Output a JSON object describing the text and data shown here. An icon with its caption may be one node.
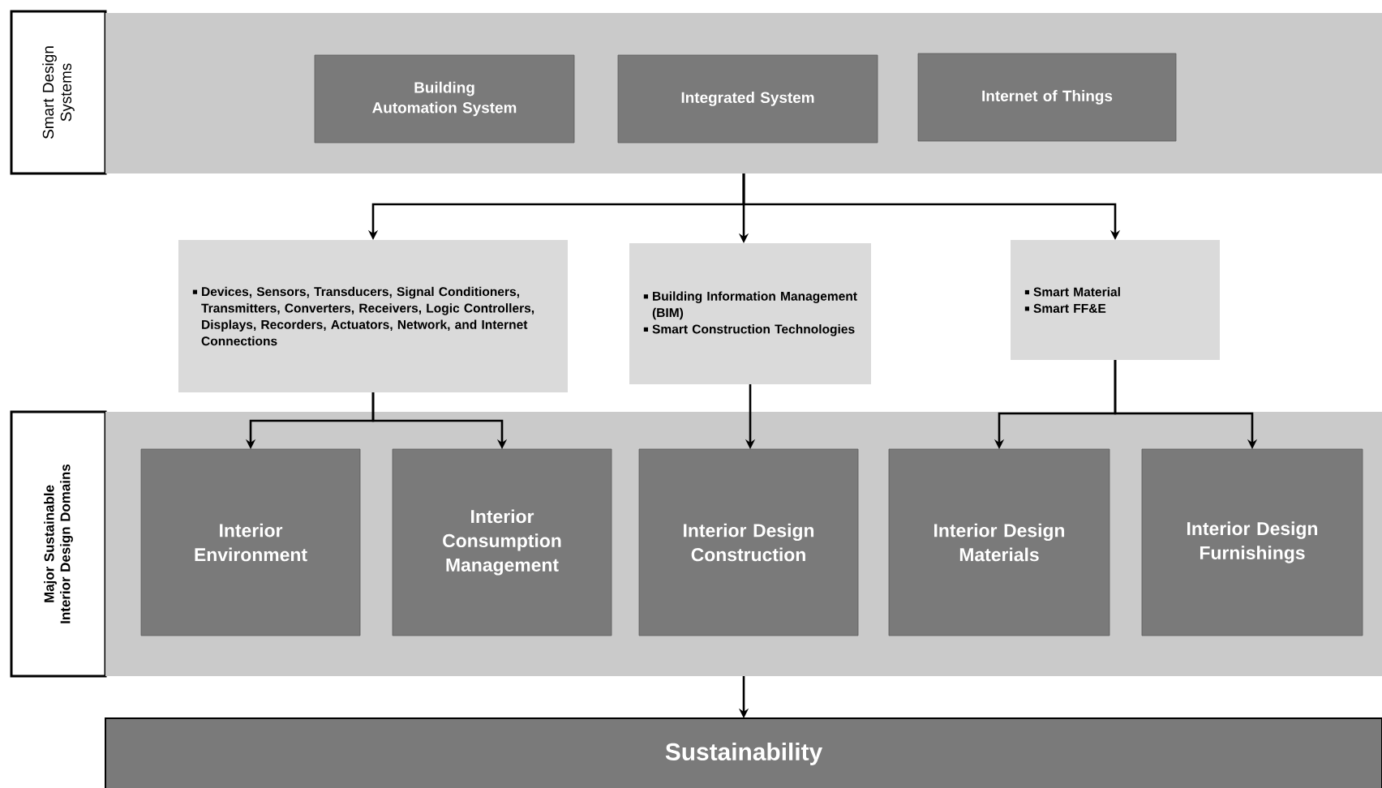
{
  "diagram": {
    "nodes": [
      {
        "text": [
          "Smart Design Systems"
        ]
      },
      {
        "text": [],
        "shape": "band"
      },
      {
        "text": [
          "Building Automation System"
        ],
        "in": 1
      },
      {
        "text": [
          "Integrated System"
        ],
        "in": 1
      },
      {
        "text": [
          "Internet of Things"
        ],
        "in": 1
      },
      {
        "text": [
          "Devices, Sensors, Transducers, Signal Conditioners, Transmitters, Converters, Receivers, Logic Controllers, Displays, Recorders, Actuators, Network, and Internet Connections"
        ]
      },
      {
        "text": [
          "Building Information Management (BIM)",
          "Smart Construction Technologies"
        ]
      },
      {
        "text": [
          "Smart Material",
          "Smart FF&E"
        ]
      },
      {
        "text": [
          "Major Sustainable Interior Design Domains"
        ]
      },
      {
        "text": [],
        "shape": "band"
      },
      {
        "text": [
          "Interior Environment"
        ],
        "in": 9
      },
      {
        "text": [
          "Interior Consumption Management"
        ],
        "in": 9
      },
      {
        "text": [
          "Interior Design Construction"
        ],
        "in": 9
      },
      {
        "text": [
          "Interior Design Materials"
        ],
        "in": 9
      },
      {
        "text": [
          "Interior Design Furnishings"
        ],
        "in": 9
      },
      {
        "text": [
          "Sustainability"
        ]
      }
    ],
    "edges": [
      {
        "from": 1,
        "to": 5,
        "arrow": "to"
      },
      {
        "from": 1,
        "to": 6,
        "arrow": "to"
      },
      {
        "from": 1,
        "to": 7,
        "arrow": "to"
      },
      {
        "from": 5,
        "to": 10,
        "arrow": "to"
      },
      {
        "from": 5,
        "to": 11,
        "arrow": "to"
      },
      {
        "from": 6,
        "to": 12,
        "arrow": "to"
      },
      {
        "from": 7,
        "to": 13,
        "arrow": "to"
      },
      {
        "from": 7,
        "to": 14,
        "arrow": "to"
      },
      {
        "from": 9,
        "to": 15,
        "arrow": "to"
      }
    ]
  }
}
